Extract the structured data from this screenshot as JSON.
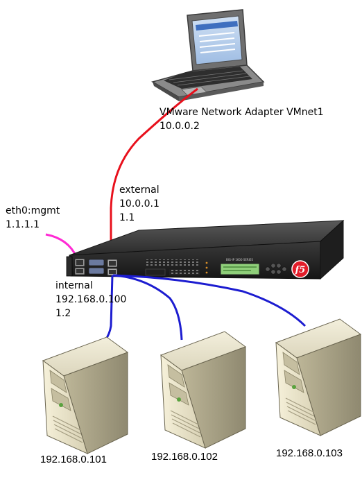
{
  "laptop": {
    "adapter_name": "VMware Network Adapter VMnet1",
    "ip": "10.0.0.2"
  },
  "external": {
    "name": "external",
    "ip": "10.0.0.1",
    "interface": "1.1"
  },
  "mgmt": {
    "name": "eth0:mgmt",
    "ip": "1.1.1.1"
  },
  "internal": {
    "name": "internal",
    "ip": "192.168.0.100",
    "interface": "1.2"
  },
  "device": {
    "logo": "f5",
    "series_text": "BIG-IP 1600 SERIES"
  },
  "servers": [
    {
      "ip": "192.168.0.101"
    },
    {
      "ip": "192.168.0.102"
    },
    {
      "ip": "192.168.0.103"
    }
  ],
  "colors": {
    "external_link": "#e8101c",
    "internal_link": "#1c1cd0",
    "mgmt_link": "#ff2ad4"
  }
}
